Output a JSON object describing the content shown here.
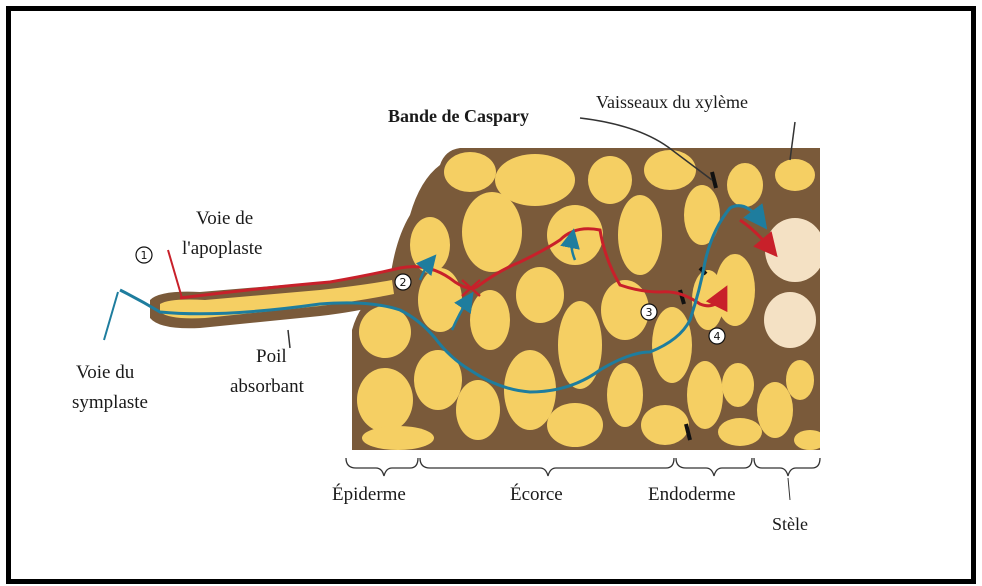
{
  "labels": {
    "voie_apoplaste_line1": "Voie de",
    "voie_apoplaste_line2": "l'apoplaste",
    "voie_symplaste_line1": "Voie du",
    "voie_symplaste_line2": "symplaste",
    "poil_line1": "Poil",
    "poil_line2": "absorbant",
    "bande_caspary": "Bande de Caspary",
    "vaisseaux_xyleme": "Vaisseaux du xylème",
    "epiderme": "Épiderme",
    "ecorce": "Écorce",
    "endoderme": "Endoderme",
    "stele": "Stèle"
  },
  "markers": [
    "1",
    "2",
    "3",
    "4"
  ],
  "colors": {
    "cell_fill": "#f5cf63",
    "cell_wall": "#7a5a3a",
    "stele_fill": "#f4e1c4",
    "apoplast_path": "#c8202a",
    "symplast_path": "#1e7d9e",
    "caspary": "#111111"
  }
}
